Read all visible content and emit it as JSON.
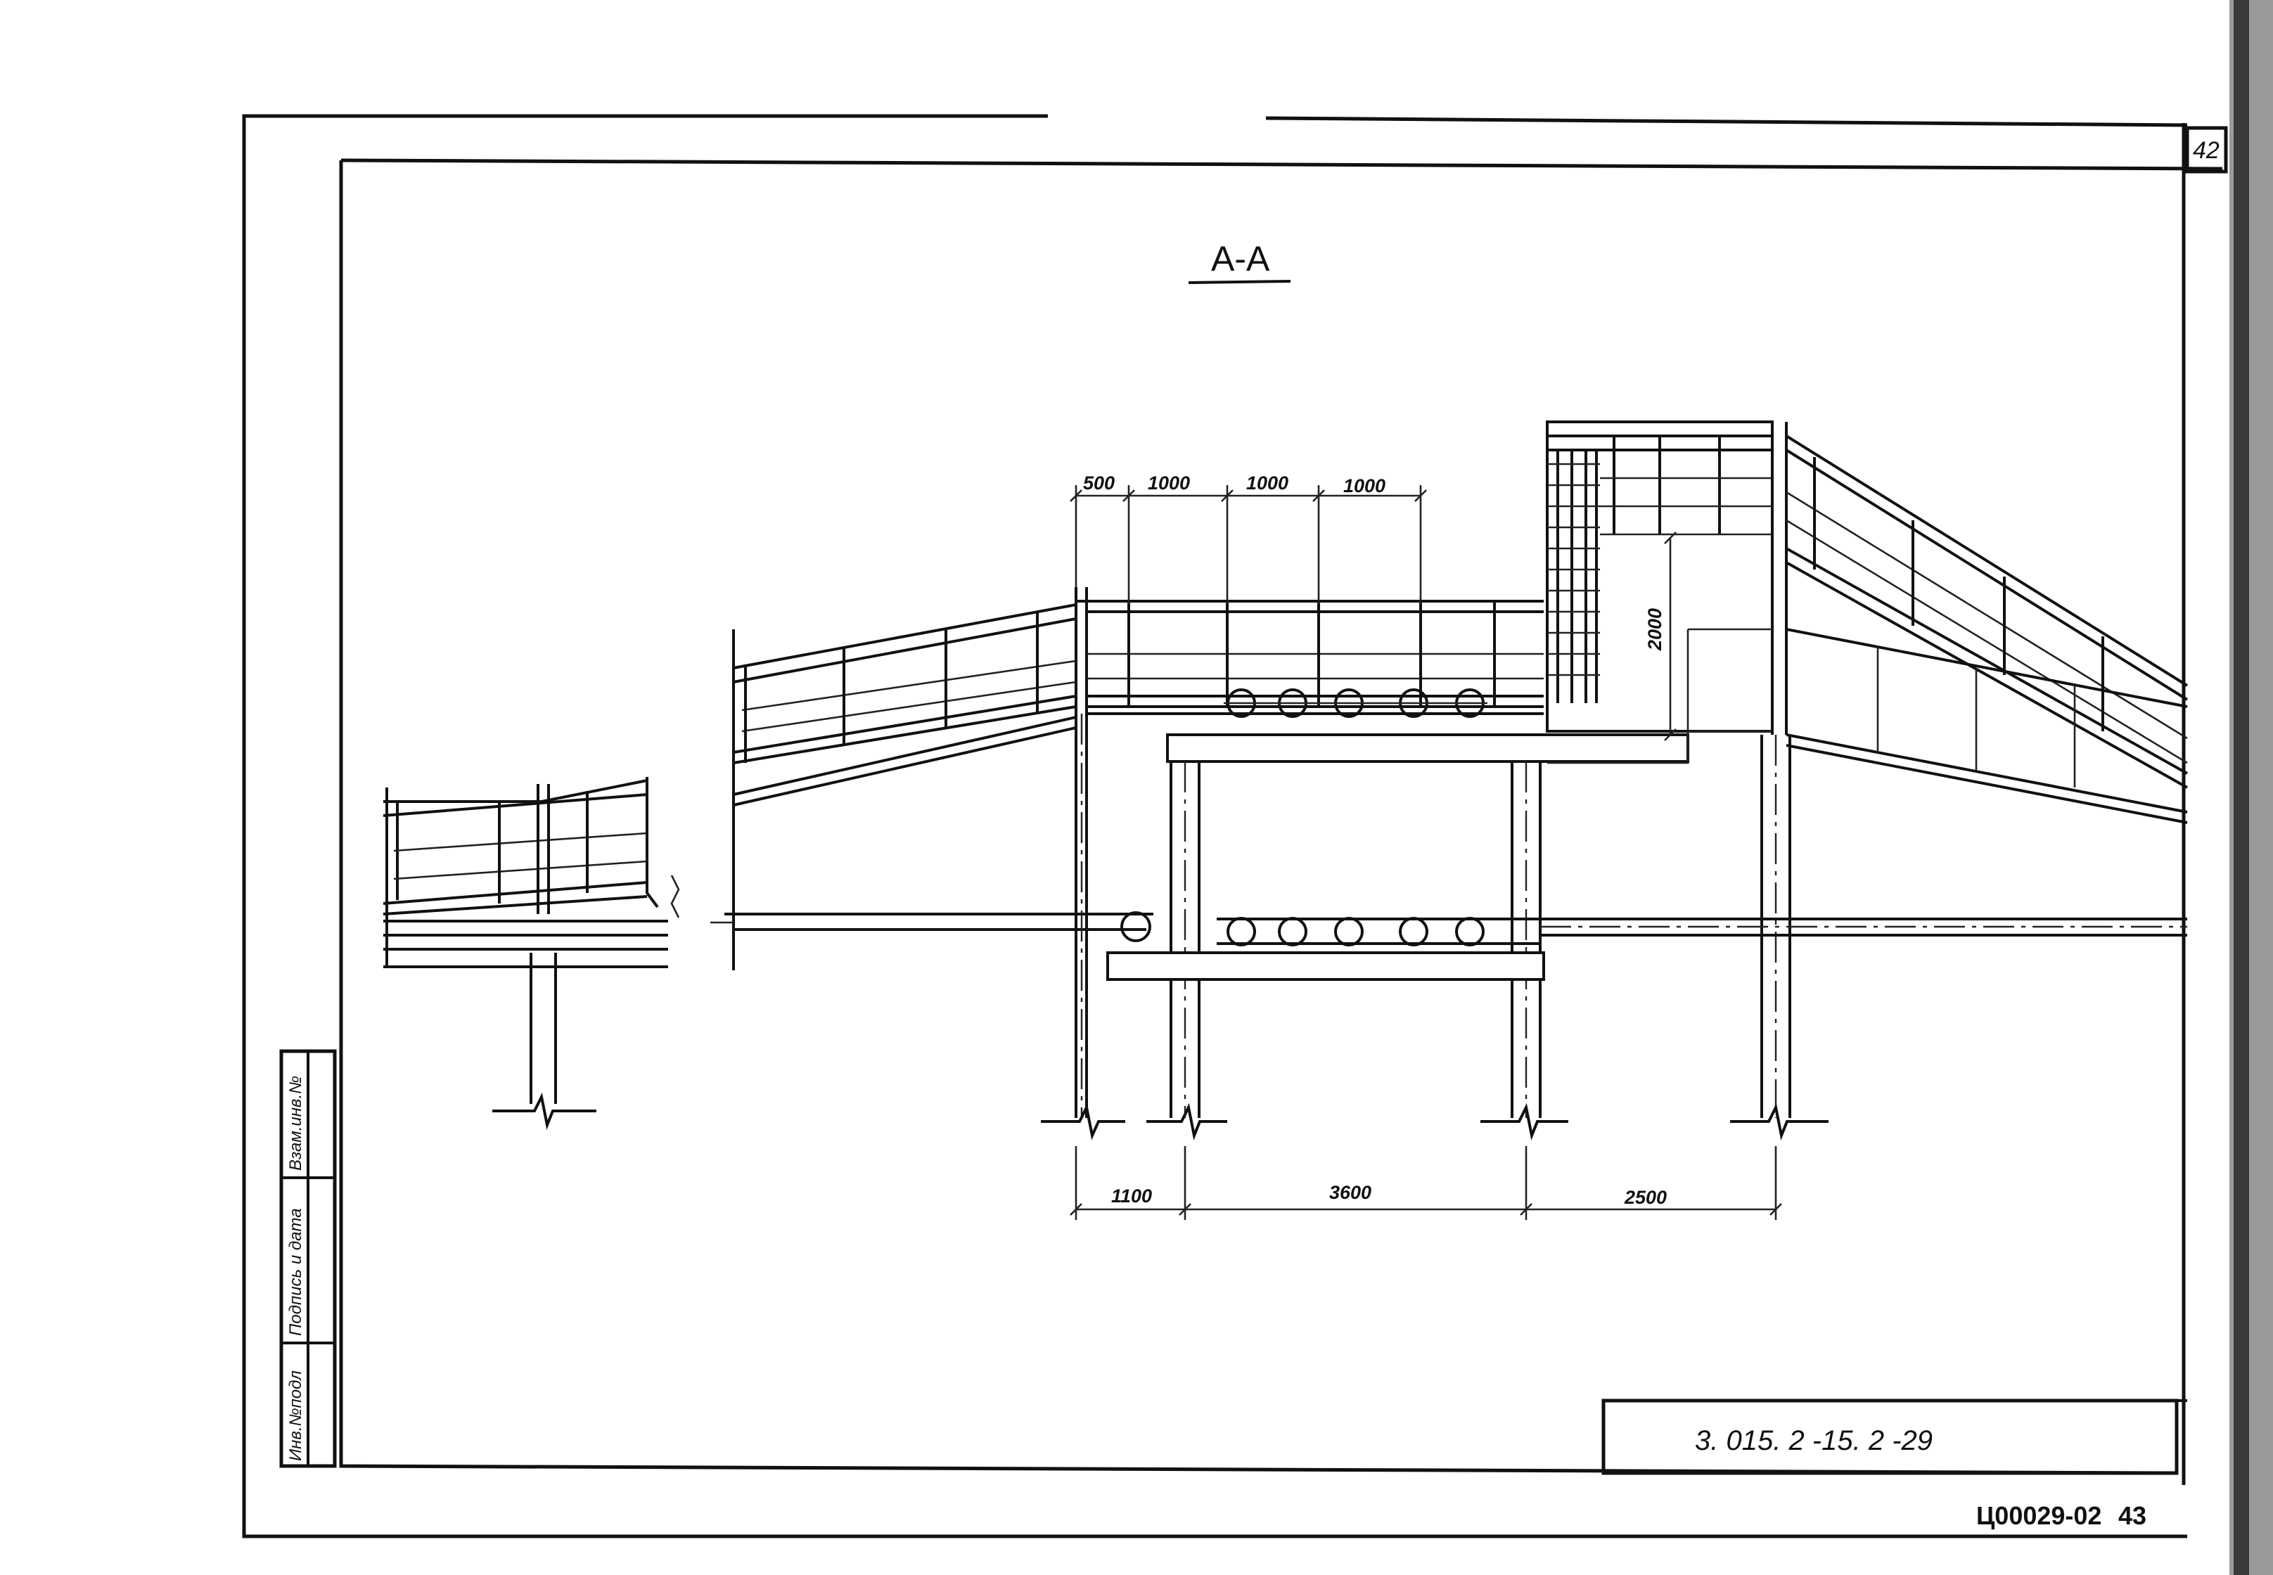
{
  "sheet": {
    "page_number": "42",
    "section_title": "А-А",
    "document_code": "3. 015. 2 -15. 2 -29",
    "archive_stamp": "Ц00029-02",
    "sheet_number": "43"
  },
  "side_stamp": {
    "inventory_no": "Инв.№подл",
    "signature_date": "Подпись и дата",
    "replaces_inv": "Взам.инв.№"
  },
  "dimensions": {
    "top": [
      "500",
      "1000",
      "1000",
      "1000"
    ],
    "height": "2000",
    "bottom": [
      "1100",
      "3600",
      "2500"
    ]
  }
}
